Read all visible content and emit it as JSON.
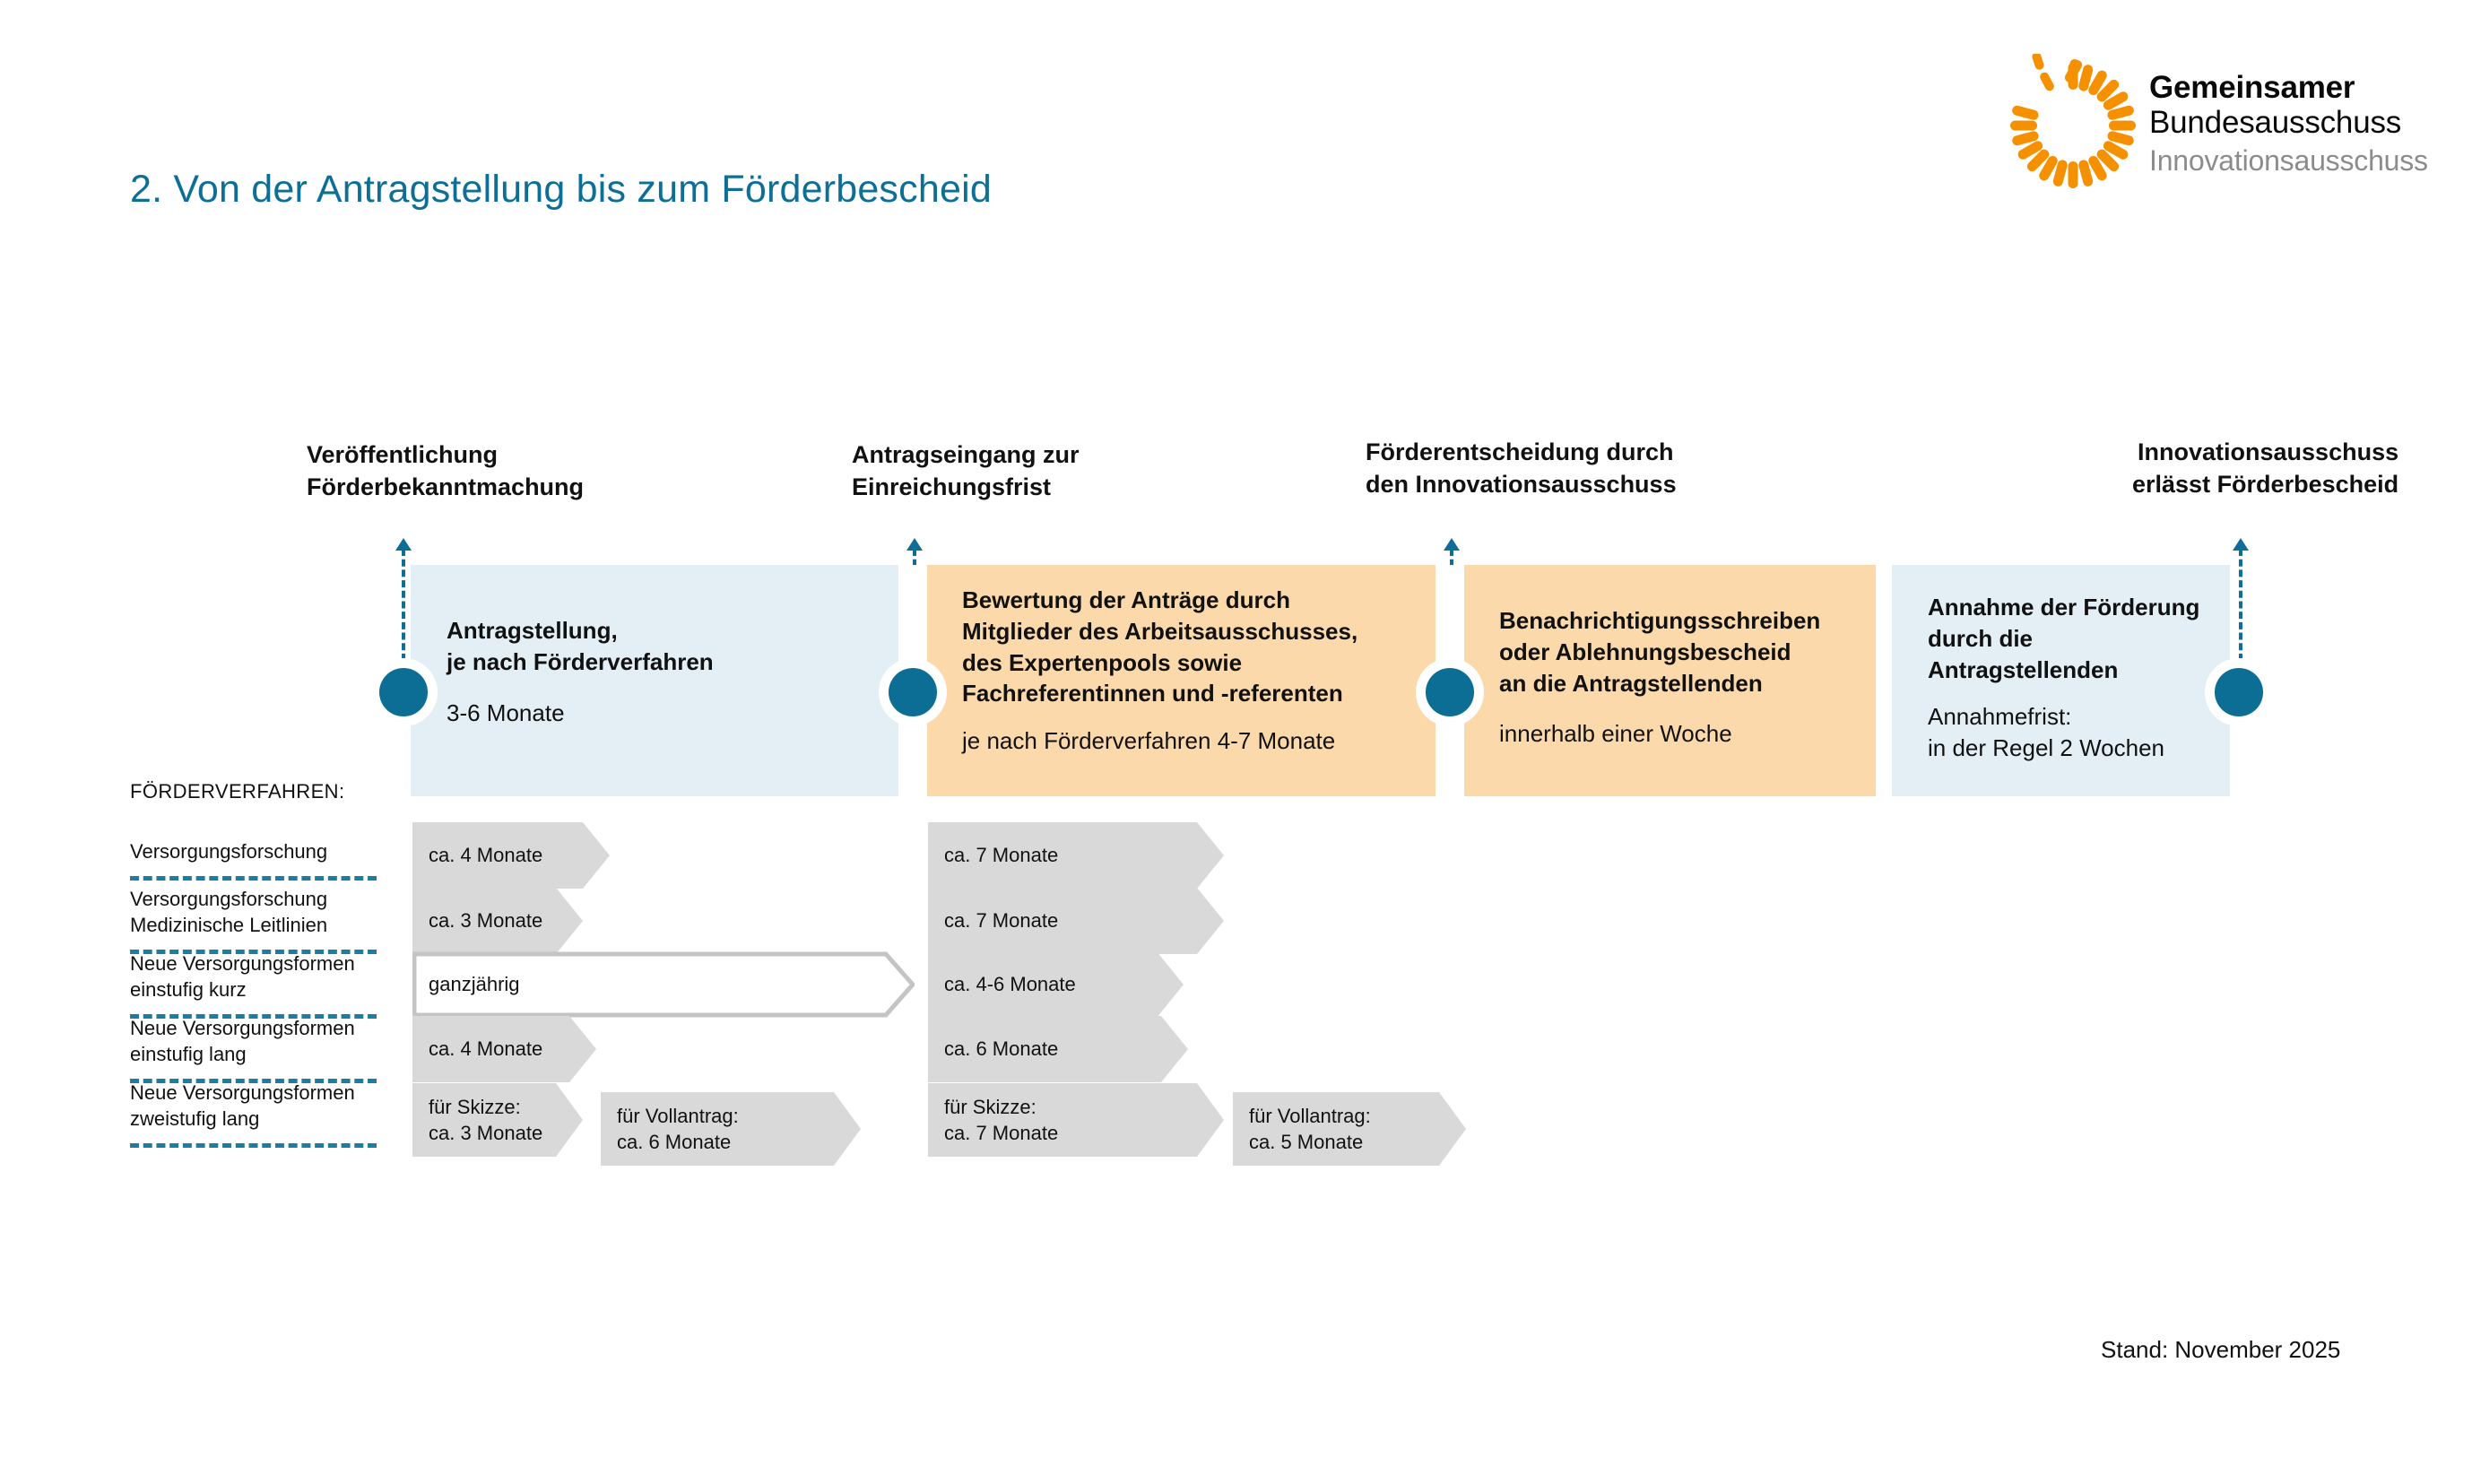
{
  "page": {
    "title": "2. Von der Antragstellung bis zum Förderbescheid",
    "footer": "Stand: November 2025",
    "accent_blue": "#0d6e96",
    "accent_orange": "#f59100",
    "box_blue": "#e3eff5",
    "box_orange": "#fbd9ab",
    "chevron_gray": "#d9d9d9"
  },
  "logo": {
    "mark": "gbа-sun-icon",
    "line1": "Gemeinsamer",
    "line2": "Bundesausschuss",
    "line3": "Innovationsausschuss"
  },
  "milestones": [
    {
      "label": "Veröffentlichung\nFörderbekanntmachung"
    },
    {
      "label": "Antragseingang zur\nEinreichungsfrist"
    },
    {
      "label": "Förderentscheidung durch\nden Innovationsausschuss"
    },
    {
      "label": "Innovationsausschuss\nerlässt Förderbescheid"
    }
  ],
  "phases": [
    {
      "variant": "blue",
      "title": "Antragstellung,\nje nach Förderverfahren",
      "sub": "3-6 Monate"
    },
    {
      "variant": "orange",
      "title": "Bewertung der Anträge durch\nMitglieder des Arbeitsausschusses,\ndes Expertenpools sowie\nFachreferentinnen und -referenten",
      "sub": "je nach Förderverfahren 4-7 Monate"
    },
    {
      "variant": "orange",
      "title": "Benachrichtigungsschreiben\noder Ablehnungsbescheid\nan die Antragstellenden",
      "sub": "innerhalb einer Woche"
    },
    {
      "variant": "blue",
      "title": "Annahme der Förderung\ndurch die\nAntragstellenden",
      "sub": "Annahmefrist:\nin der Regel 2 Wochen"
    }
  ],
  "table": {
    "header": "FÖRDERVERFAHREN:",
    "rows": [
      {
        "label": "Versorgungsforschung",
        "col1": [
          {
            "text": "ca. 4 Monate",
            "style": "filled"
          }
        ],
        "col2": [
          {
            "text": "ca. 7 Monate",
            "style": "filled"
          }
        ]
      },
      {
        "label": "Versorgungsforschung\nMedizinische Leitlinien",
        "col1": [
          {
            "text": "ca. 3 Monate",
            "style": "filled"
          }
        ],
        "col2": [
          {
            "text": "ca. 7 Monate",
            "style": "filled"
          }
        ]
      },
      {
        "label": "Neue Versorgungsformen\neinstufig kurz",
        "col1": [
          {
            "text": "ganzjährig",
            "style": "outline"
          }
        ],
        "col2": [
          {
            "text": "ca. 4-6 Monate",
            "style": "filled"
          }
        ]
      },
      {
        "label": "Neue Versorgungsformen\neinstufig lang",
        "col1": [
          {
            "text": "ca. 4 Monate",
            "style": "filled"
          }
        ],
        "col2": [
          {
            "text": "ca. 6 Monate",
            "style": "filled"
          }
        ]
      },
      {
        "label": "Neue Versorgungsformen\nzweistufig lang",
        "col1": [
          {
            "text": "für Skizze:\nca. 3 Monate",
            "style": "filled"
          },
          {
            "text": "für Vollantrag:\nca. 6 Monate",
            "style": "filled"
          }
        ],
        "col2": [
          {
            "text": "für Skizze:\nca. 7 Monate",
            "style": "filled"
          },
          {
            "text": "für Vollantrag:\nca. 5 Monate",
            "style": "filled"
          }
        ]
      }
    ]
  }
}
